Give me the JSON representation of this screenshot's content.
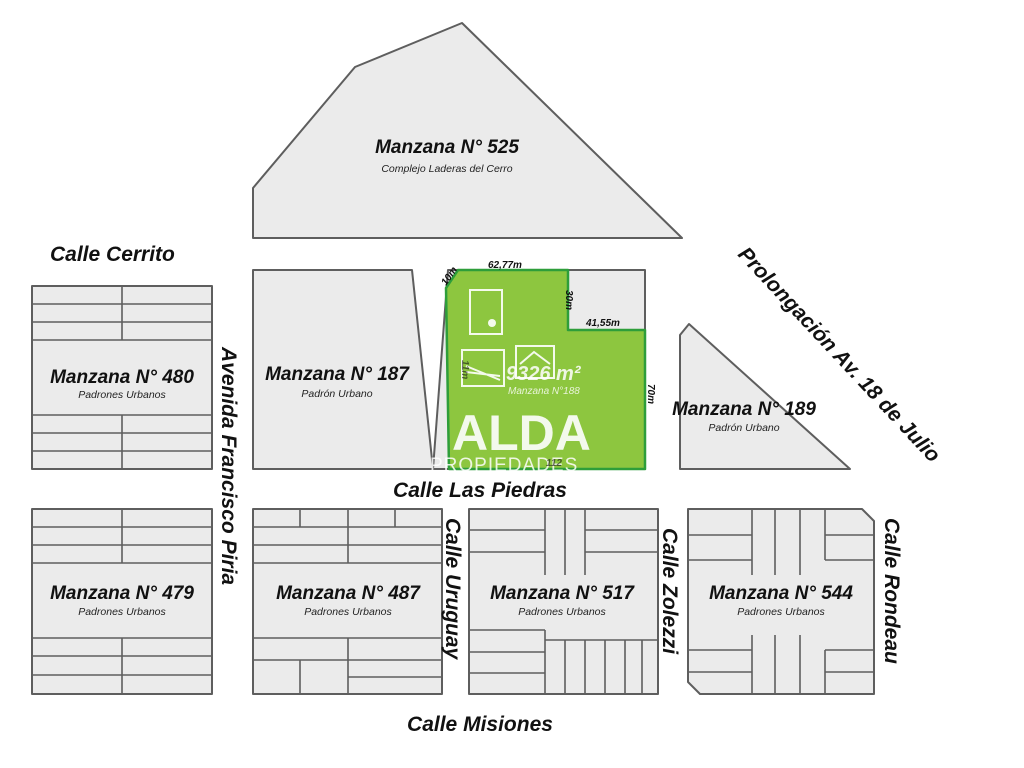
{
  "streets": {
    "cerrito": "Calle Cerrito",
    "piria": "Avenida Francisco Piria",
    "las_piedras": "Calle Las Piedras",
    "uruguay": "Calle Uruguay",
    "zolezzi": "Calle Zolezzi",
    "rondeau": "Calle Rondeau",
    "misiones": "Calle Misiones",
    "prolongacion": "Prolongación Av. 18 de Julio"
  },
  "blocks": {
    "m525": {
      "title": "Manzana N° 525",
      "subtitle": "Complejo Laderas del Cerro"
    },
    "m480": {
      "title": "Manzana N° 480",
      "subtitle": "Padrones Urbanos"
    },
    "m187": {
      "title": "Manzana N° 187",
      "subtitle": "Padrón Urbano"
    },
    "m189": {
      "title": "Manzana N° 189",
      "subtitle": "Padrón Urbano"
    },
    "m479": {
      "title": "Manzana N° 479",
      "subtitle": "Padrones Urbanos"
    },
    "m487": {
      "title": "Manzana N° 487",
      "subtitle": "Padrones Urbanos"
    },
    "m517": {
      "title": "Manzana N° 517",
      "subtitle": "Padrones Urbanos"
    },
    "m544": {
      "title": "Manzana N° 544",
      "subtitle": "Padrones Urbanos"
    }
  },
  "plot": {
    "area": "9326 m²",
    "block": "Manzana N°188",
    "color": "#8dc63f",
    "border_color": "#2e9e3a",
    "dimensions": {
      "top_left": "10m",
      "top": "62,77m",
      "notch_vertical": "30m",
      "notch_horizontal": "41,55m",
      "right": "70m",
      "left": "11m",
      "bottom": "112"
    }
  },
  "watermark": {
    "brand": "ALDA",
    "tagline": "PROPIEDADES"
  },
  "colors": {
    "block_fill": "#ebebeb",
    "block_stroke": "#5e5e5e"
  }
}
